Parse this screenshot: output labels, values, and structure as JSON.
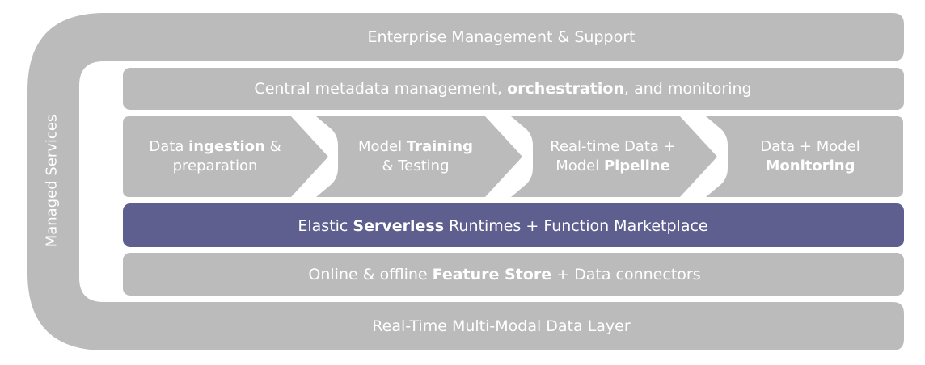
{
  "colors": {
    "gray": "#bbbbbb",
    "gray_text": "#ffffff",
    "accent": "#5e5f8f"
  },
  "side_label": "Managed Services",
  "enterprise_bar": "Enterprise Management & Support",
  "metadata_bar": {
    "pre": "Central metadata management, ",
    "bold": "orchestration",
    "post": ", and monitoring"
  },
  "stages": [
    {
      "line1_pre": "Data ",
      "line1_bold": "ingestion",
      "line1_post": " &",
      "line2_pre": "preparation",
      "line2_bold": "",
      "line2_post": ""
    },
    {
      "line1_pre": "Model ",
      "line1_bold": "Training",
      "line1_post": "",
      "line2_pre": "& Testing",
      "line2_bold": "",
      "line2_post": ""
    },
    {
      "line1_pre": "Real-time Data +",
      "line1_bold": "",
      "line1_post": "",
      "line2_pre": "Model ",
      "line2_bold": "Pipeline",
      "line2_post": ""
    },
    {
      "line1_pre": "Data + Model",
      "line1_bold": "",
      "line1_post": "",
      "line2_pre": "",
      "line2_bold": "Monitoring",
      "line2_post": ""
    }
  ],
  "serverless_bar": {
    "pre": "Elastic ",
    "bold": "Serverless",
    "post": " Runtimes + Function Marketplace"
  },
  "feature_bar": {
    "pre": "Online & offline ",
    "bold": "Feature Store",
    "post": " + Data connectors"
  },
  "data_layer_bar": "Real-Time Multi-Modal Data Layer"
}
